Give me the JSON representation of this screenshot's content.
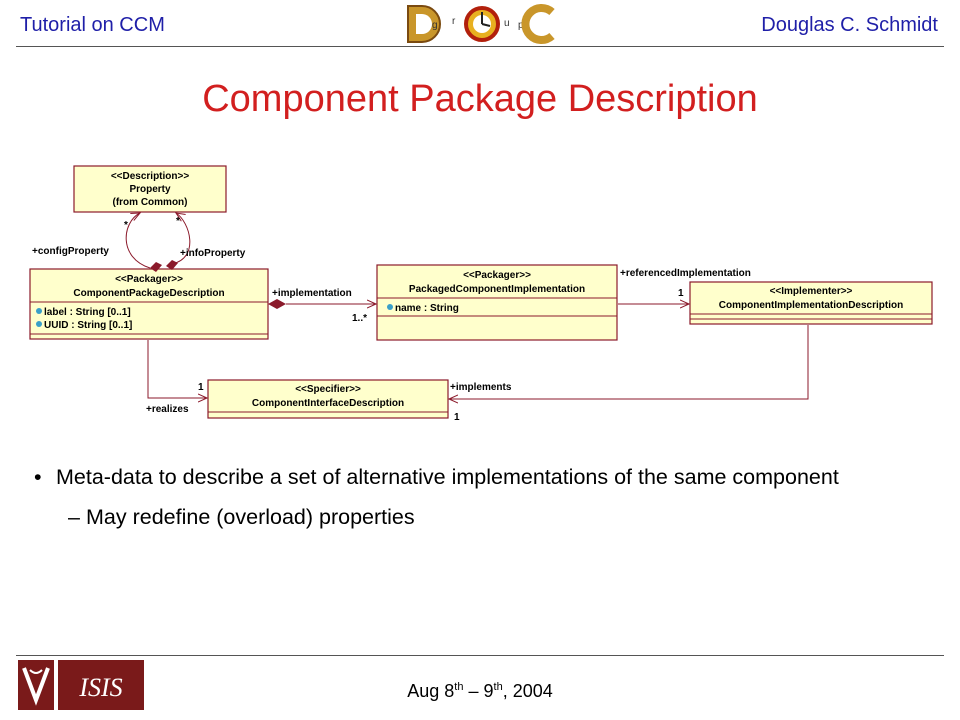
{
  "header": {
    "left_text": "Tutorial on CCM",
    "right_text": "Douglas C. Schmidt",
    "logo_letters": "DOC group"
  },
  "title": "Component Package Description",
  "diagram": {
    "property_class": {
      "stereotype": "<<Description>>",
      "name": "Property",
      "note": "(from Common)"
    },
    "package_desc_class": {
      "stereotype": "<<Packager>>",
      "name": "ComponentPackageDescription",
      "attributes": [
        "label : String [0..1]",
        "UUID : String [0..1]"
      ]
    },
    "packaged_impl_class": {
      "stereotype": "<<Packager>>",
      "name": "PackagedComponentImplementation",
      "attributes": [
        "name : String"
      ]
    },
    "impl_desc_class": {
      "stereotype": "<<Implementer>>",
      "name": "ComponentImplementationDescription"
    },
    "interface_desc_class": {
      "stereotype": "<<Specifier>>",
      "name": "ComponentInterfaceDescription"
    },
    "labels": {
      "config_property": "+configProperty",
      "info_property": "+infoProperty",
      "star_left": "*",
      "star_right": "*",
      "implementation": "+implementation",
      "impl_multiplicity": "1..*",
      "referenced_implementation": "+referencedImplementation",
      "referenced_multiplicity": "1",
      "realizes": "+realizes",
      "realizes_multiplicity": "1",
      "implements": "+implements",
      "implements_multiplicity": "1"
    }
  },
  "bullets": {
    "main": "Meta-data to describe a set of alternative implementations of the same component",
    "main_marker": "•",
    "sub": "May redefine (overload) properties",
    "sub_marker": "–"
  },
  "footer": {
    "date_month_day": "Aug 8",
    "date_sup1": "th",
    "date_mid": " – 9",
    "date_sup2": "th",
    "date_year": ", 2004",
    "logo_text": "ISIS"
  },
  "colors": {
    "header_blue": "#1f1fa8",
    "title_red": "#d21f1f",
    "uml_fill": "#ffffcc",
    "uml_border": "#8b1a2b",
    "logo_maroon": "#7a1a1a"
  }
}
